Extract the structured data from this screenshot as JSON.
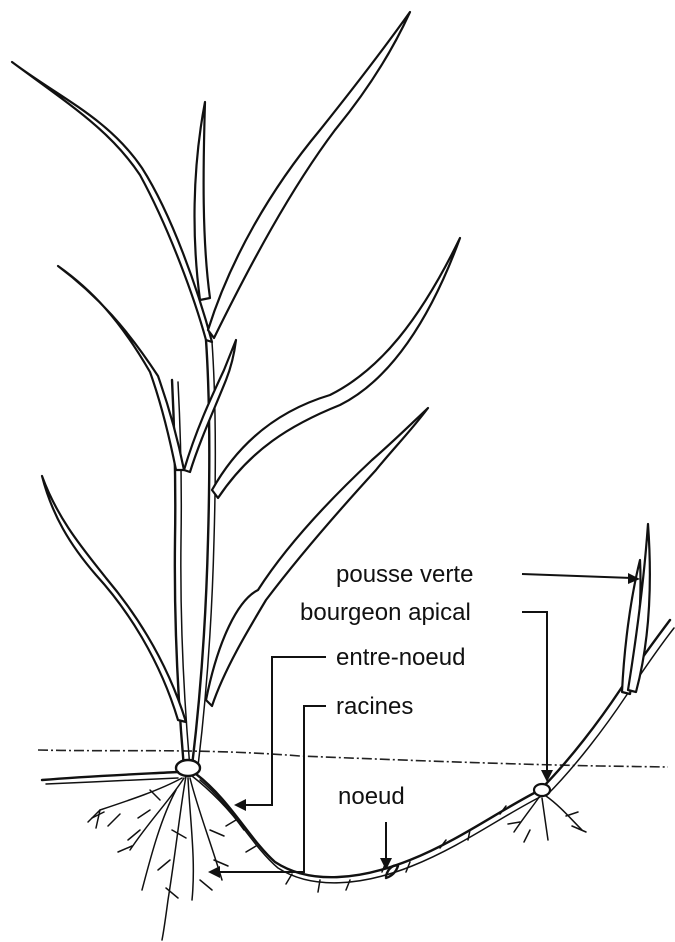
{
  "labels": {
    "pousse_verte": "pousse verte",
    "bourgeon_apical": "bourgeon apical",
    "entre_noeud": "entre-noeud",
    "racines": "racines",
    "noeud": "noeud"
  },
  "colors": {
    "ink": "#111111",
    "background": "#ffffff"
  }
}
